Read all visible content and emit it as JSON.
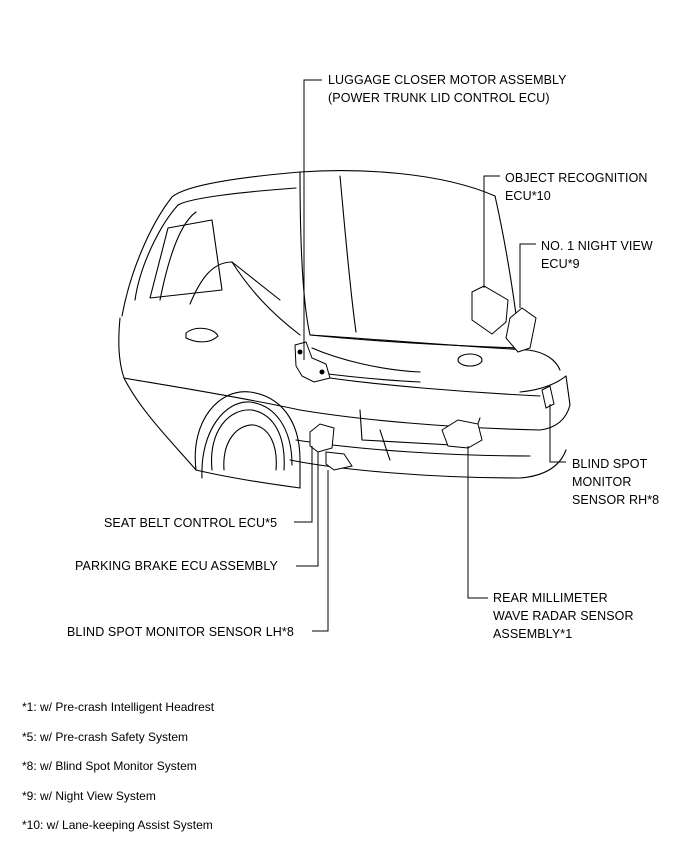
{
  "labels": {
    "luggage_closer": {
      "line1": "LUGGAGE CLOSER MOTOR ASSEMBLY",
      "line2": "(POWER TRUNK LID CONTROL ECU)"
    },
    "object_recognition": {
      "line1": "OBJECT RECOGNITION",
      "line2": "ECU*10"
    },
    "night_view": {
      "line1": "NO. 1 NIGHT VIEW",
      "line2": "ECU*9"
    },
    "bsm_rh": {
      "line1": "BLIND SPOT",
      "line2": "MONITOR",
      "line3": "SENSOR RH*8"
    },
    "seat_belt": {
      "line1": "SEAT BELT CONTROL ECU*5"
    },
    "parking_brake": {
      "line1": "PARKING BRAKE ECU ASSEMBLY"
    },
    "bsm_lh": {
      "line1": "BLIND SPOT MONITOR SENSOR LH*8"
    },
    "radar": {
      "line1": "REAR MILLIMETER",
      "line2": "WAVE RADAR SENSOR",
      "line3": "ASSEMBLY*1"
    }
  },
  "footnotes": [
    "*1: w/ Pre-crash Intelligent Headrest",
    "*5: w/ Pre-crash Safety System",
    "*8: w/ Blind Spot Monitor System",
    "*9: w/ Night View System",
    "*10: w/ Lane-keeping Assist System"
  ]
}
